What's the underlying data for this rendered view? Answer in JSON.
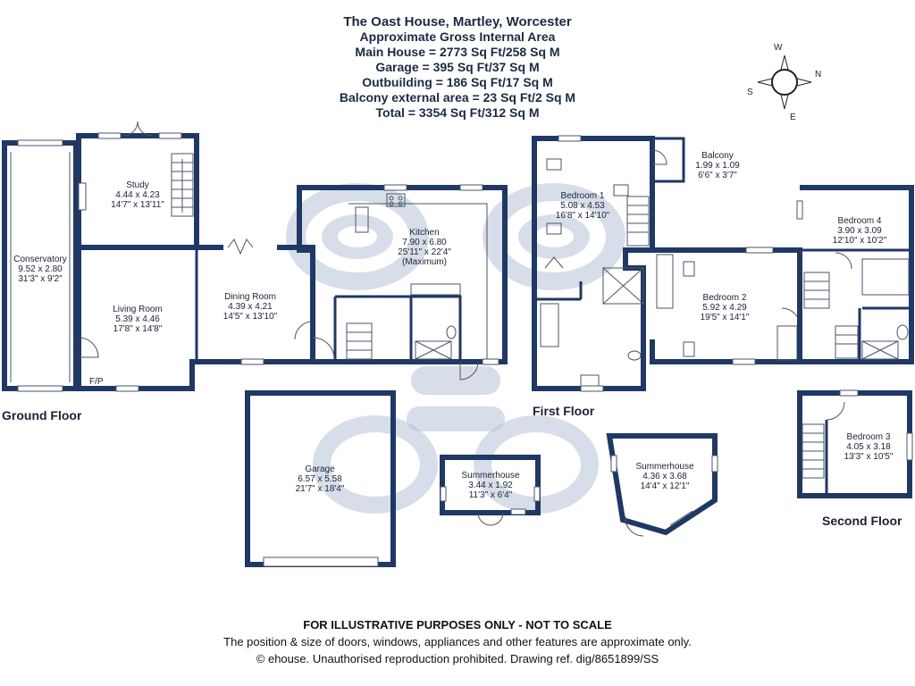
{
  "header": {
    "title": "The Oast House, Martley, Worcester",
    "line1": "Approximate Gross Internal Area",
    "line2": "Main House = 2773 Sq Ft/258 Sq M",
    "line3": "Garage = 395 Sq Ft/37 Sq M",
    "line4": "Outbuilding = 186 Sq Ft/17 Sq M",
    "line5": "Balcony external area = 23 Sq Ft/2 Sq M",
    "line6": "Total = 3354 Sq Ft/312 Sq M"
  },
  "compass": {
    "w": "W",
    "n": "N",
    "s": "S",
    "e": "E"
  },
  "floors": {
    "ground": "Ground Floor",
    "first": "First Floor",
    "second": "Second Floor"
  },
  "rooms": {
    "study": {
      "name": "Study",
      "metric": "4.44 x 4.23",
      "imperial": "14'7\" x 13'11\""
    },
    "conservatory": {
      "name": "Conservatory",
      "metric": "9.52 x 2.80",
      "imperial": "31'3\" x 9'2\""
    },
    "living": {
      "name": "Living Room",
      "metric": "5.39 x 4.46",
      "imperial": "17'8\" x 14'8\""
    },
    "dining": {
      "name": "Dining Room",
      "metric": "4.39 x 4.21",
      "imperial": "14'5\" x 13'10\""
    },
    "kitchen": {
      "name": "Kitchen",
      "metric": "7.90 x 6.80",
      "imperial": "25'11\" x 22'4\"",
      "note": "(Maximum)"
    },
    "garage": {
      "name": "Garage",
      "metric": "6.57 x 5.58",
      "imperial": "21'7\" x 18'4\""
    },
    "summer1": {
      "name": "Summerhouse",
      "metric": "3.44 x 1.92",
      "imperial": "11'3\" x 6'4\""
    },
    "summer2": {
      "name": "Summerhouse",
      "metric": "4.36 x 3.68",
      "imperial": "14'4\" x 12'1\""
    },
    "bedroom1": {
      "name": "Bedroom 1",
      "metric": "5.08 x 4.53",
      "imperial": "16'8\" x 14'10\""
    },
    "balcony": {
      "name": "Balcony",
      "metric": "1.99 x 1.09",
      "imperial": "6'6\" x 3'7\""
    },
    "bedroom2": {
      "name": "Bedroom 2",
      "metric": "5.92 x 4.29",
      "imperial": "19'5\" x 14'1\""
    },
    "bedroom4": {
      "name": "Bedroom 4",
      "metric": "3.90 x 3.09",
      "imperial": "12'10\" x 10'2\""
    },
    "bedroom3": {
      "name": "Bedroom 3",
      "metric": "4.05 x 3.18",
      "imperial": "13'3\" x 10'5\""
    }
  },
  "fp_label": "F/P",
  "footer": {
    "line1": "FOR ILLUSTRATIVE PURPOSES ONLY - NOT TO SCALE",
    "line2": "The position & size of doors, windows, appliances and other features are approximate only.",
    "line3": "© ehouse. Unauthorised reproduction prohibited. Drawing ref. dig/8651899/SS"
  }
}
